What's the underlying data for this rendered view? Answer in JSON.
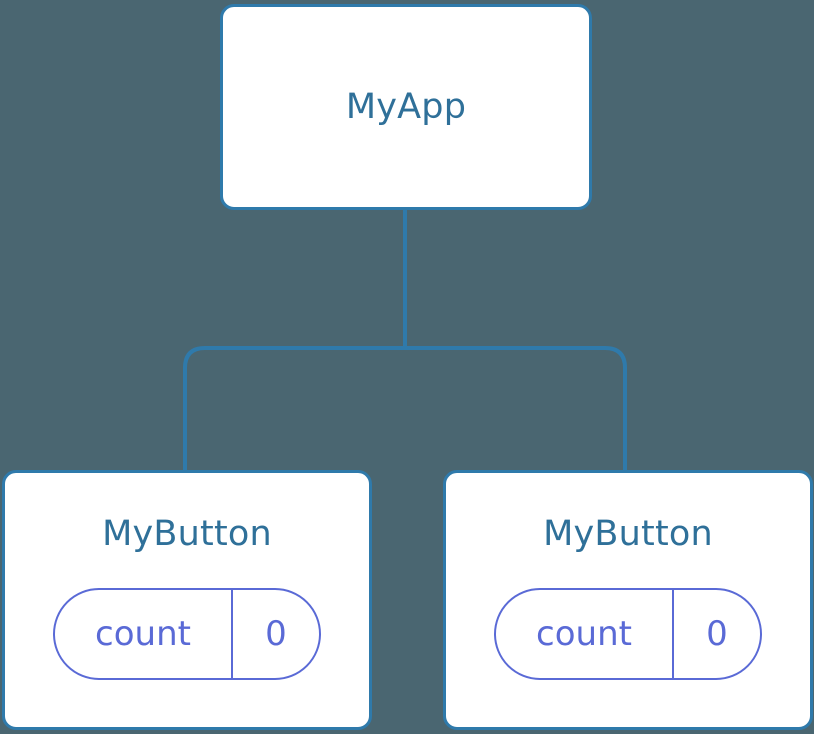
{
  "diagram": {
    "type": "component-tree",
    "background_color": "#4a6671",
    "node_border_color": "#2f7aab",
    "node_background_color": "#ffffff",
    "node_title_color": "#2f7099",
    "connector_color": "#2f7aab",
    "state_pill_color": "#5a6ad6",
    "root": {
      "title": "MyApp"
    },
    "children": [
      {
        "title": "MyButton",
        "state": {
          "key": "count",
          "value": "0"
        }
      },
      {
        "title": "MyButton",
        "state": {
          "key": "count",
          "value": "0"
        }
      }
    ]
  }
}
